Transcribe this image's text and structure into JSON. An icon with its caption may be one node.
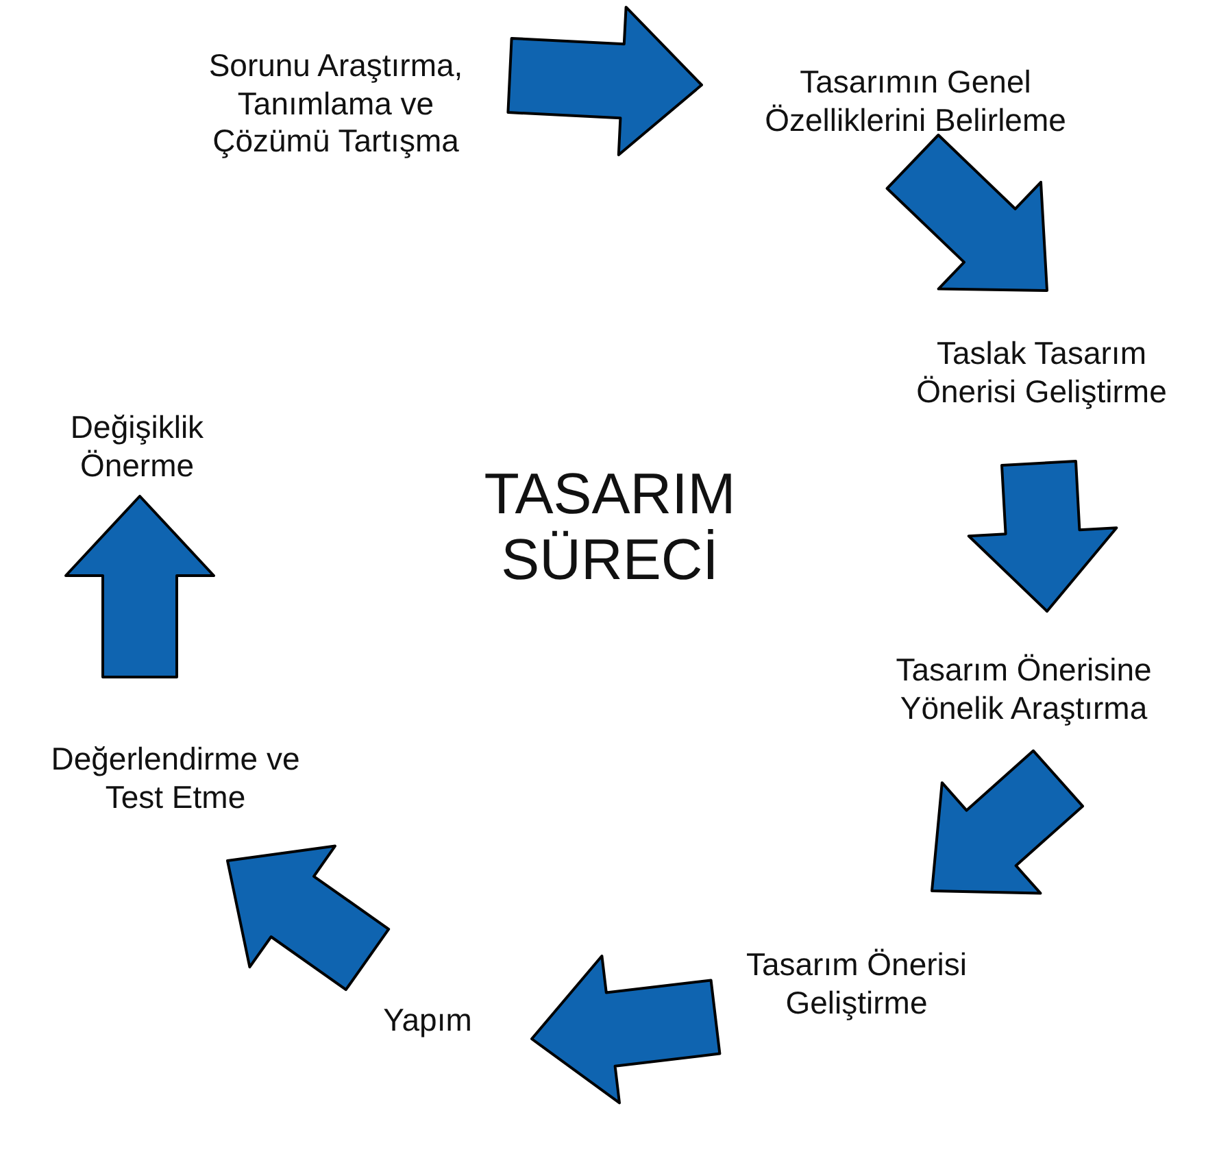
{
  "diagram": {
    "title": "TASARIM SÜRECİ",
    "nodes": [
      {
        "text": [
          "Sorunu Araştırma, Tanımlama ve Çözümü Tartışma"
        ]
      },
      {
        "text": [
          "Tasarımın Genel Özelliklerini Belirleme"
        ]
      },
      {
        "text": [
          "Taslak Tasarım Önerisi Geliştirme"
        ]
      },
      {
        "text": [
          "Tasarım Önerisine Yönelik Araştırma"
        ]
      },
      {
        "text": [
          "Tasarım Önerisi Geliştirme"
        ]
      },
      {
        "text": [
          "Yapım"
        ]
      },
      {
        "text": [
          "Değerlendirme ve Test Etme"
        ]
      },
      {
        "text": [
          "Değişiklik Önerme"
        ]
      }
    ],
    "edges": [
      {
        "from": 0,
        "to": 1,
        "arrow": "to"
      },
      {
        "from": 1,
        "to": 2,
        "arrow": "to"
      },
      {
        "from": 2,
        "to": 3,
        "arrow": "to"
      },
      {
        "from": 3,
        "to": 4,
        "arrow": "to"
      },
      {
        "from": 4,
        "to": 5,
        "arrow": "to"
      },
      {
        "from": 5,
        "to": 6,
        "arrow": "to"
      },
      {
        "from": 6,
        "to": 7,
        "arrow": "to"
      }
    ]
  }
}
